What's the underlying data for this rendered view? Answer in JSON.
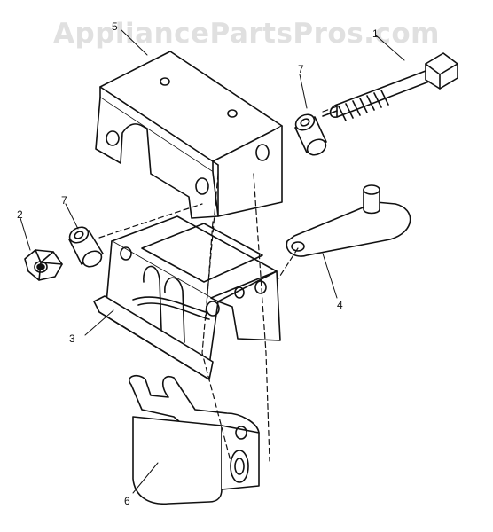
{
  "watermark": "AppliancePartsPros.com",
  "callouts": [
    "1",
    "2",
    "3",
    "4",
    "5",
    "6",
    "7",
    "7"
  ]
}
